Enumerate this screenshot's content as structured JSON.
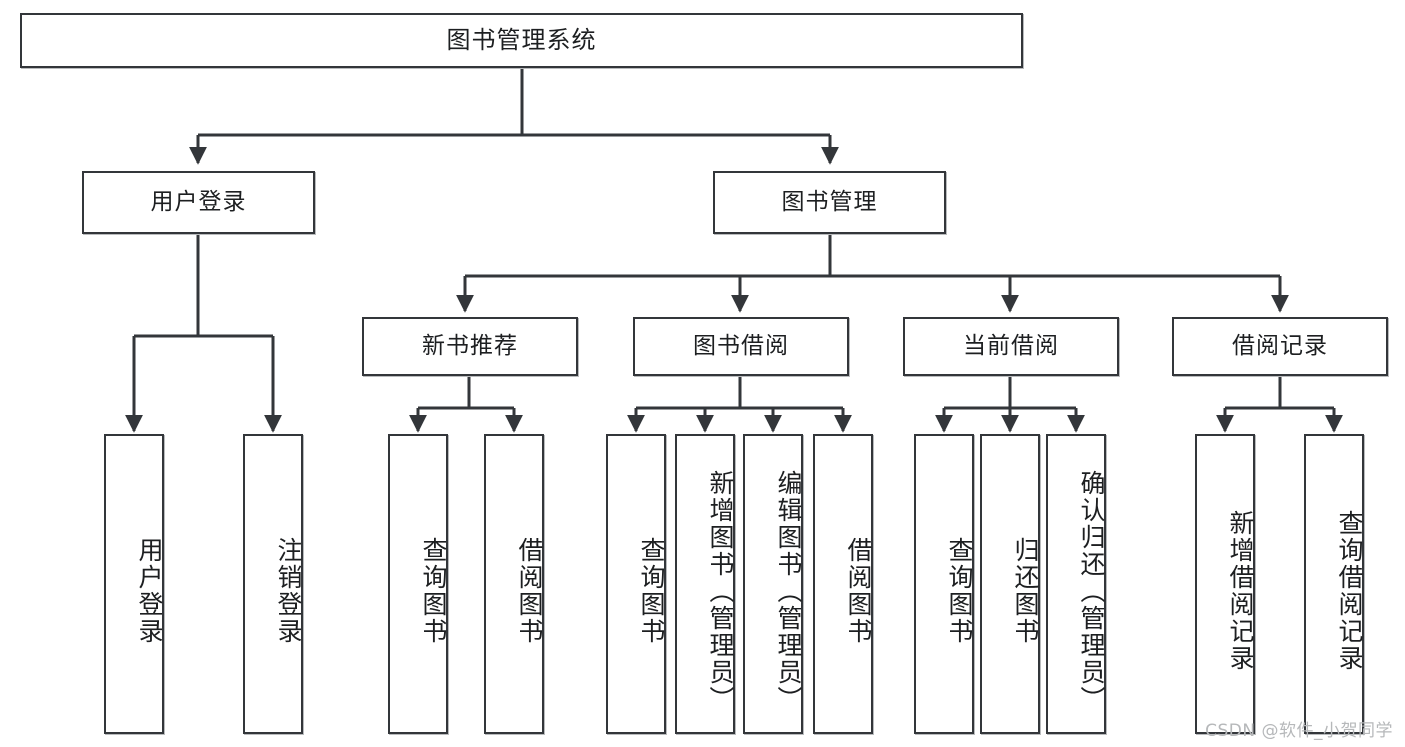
{
  "diagram": {
    "type": "tree-hierarchy",
    "title": "图书管理系统",
    "watermark": "CSDN @软件_小贺同学",
    "colors": {
      "background": "#ffffff",
      "border": "#33363a",
      "text": "#1d1f21",
      "connector": "#33363a",
      "watermark": "#b6b8ba"
    },
    "root": {
      "label": "图书管理系统"
    },
    "level2": [
      {
        "label": "用户登录"
      },
      {
        "label": "图书管理"
      }
    ],
    "level3": [
      {
        "label": "新书推荐"
      },
      {
        "label": "图书借阅"
      },
      {
        "label": "当前借阅"
      },
      {
        "label": "借阅记录"
      }
    ],
    "leaves": {
      "user_login": [
        {
          "label": "用户登录"
        },
        {
          "label": "注销登录"
        }
      ],
      "new_book_recommend": [
        {
          "label": "查询图书"
        },
        {
          "label": "借阅图书"
        }
      ],
      "book_borrow": [
        {
          "label": "查询图书"
        },
        {
          "label": "新增图书（管理员）"
        },
        {
          "label": "编辑图书（管理员）"
        },
        {
          "label": "借阅图书"
        }
      ],
      "current_borrow": [
        {
          "label": "查询图书"
        },
        {
          "label": "归还图书"
        },
        {
          "label": "确认归还（管理员）"
        }
      ],
      "borrow_record": [
        {
          "label": "新增借阅记录"
        },
        {
          "label": "查询借阅记录"
        }
      ]
    }
  }
}
